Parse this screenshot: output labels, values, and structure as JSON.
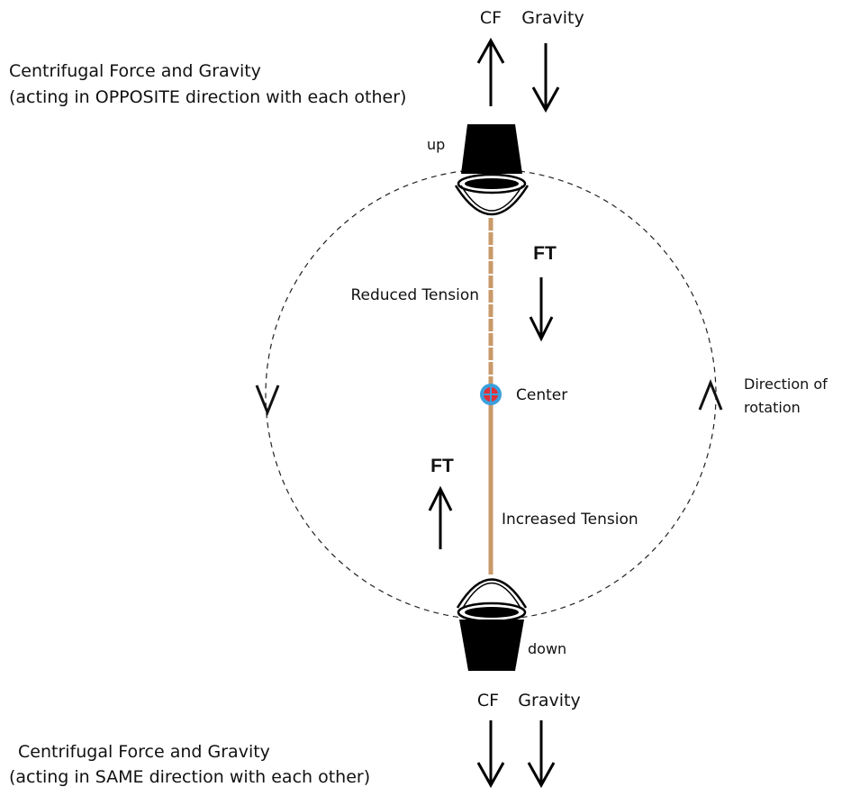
{
  "top": {
    "cf_label": "CF",
    "gravity_label": "Gravity",
    "caption_line1": "Centrifugal Force and Gravity",
    "caption_line2": "(acting in OPPOSITE direction with each other)",
    "bucket_label": "up"
  },
  "middle": {
    "ft_top_label": "FT",
    "reduced_label": "Reduced Tension",
    "center_label": "Center",
    "direction_line1": "Direction of",
    "direction_line2": "rotation",
    "ft_bottom_label": "FT",
    "increased_label": "Increased Tension"
  },
  "bottom": {
    "bucket_label": "down",
    "cf_label": "CF",
    "gravity_label": "Gravity",
    "caption_line1": "Centrifugal Force and Gravity",
    "caption_line2": "(acting in SAME direction with each other)"
  },
  "colors": {
    "rope": "#c89a6a",
    "center_ring": "#3aa0dc",
    "center_fill": "#e0303a",
    "ink": "#111111"
  }
}
